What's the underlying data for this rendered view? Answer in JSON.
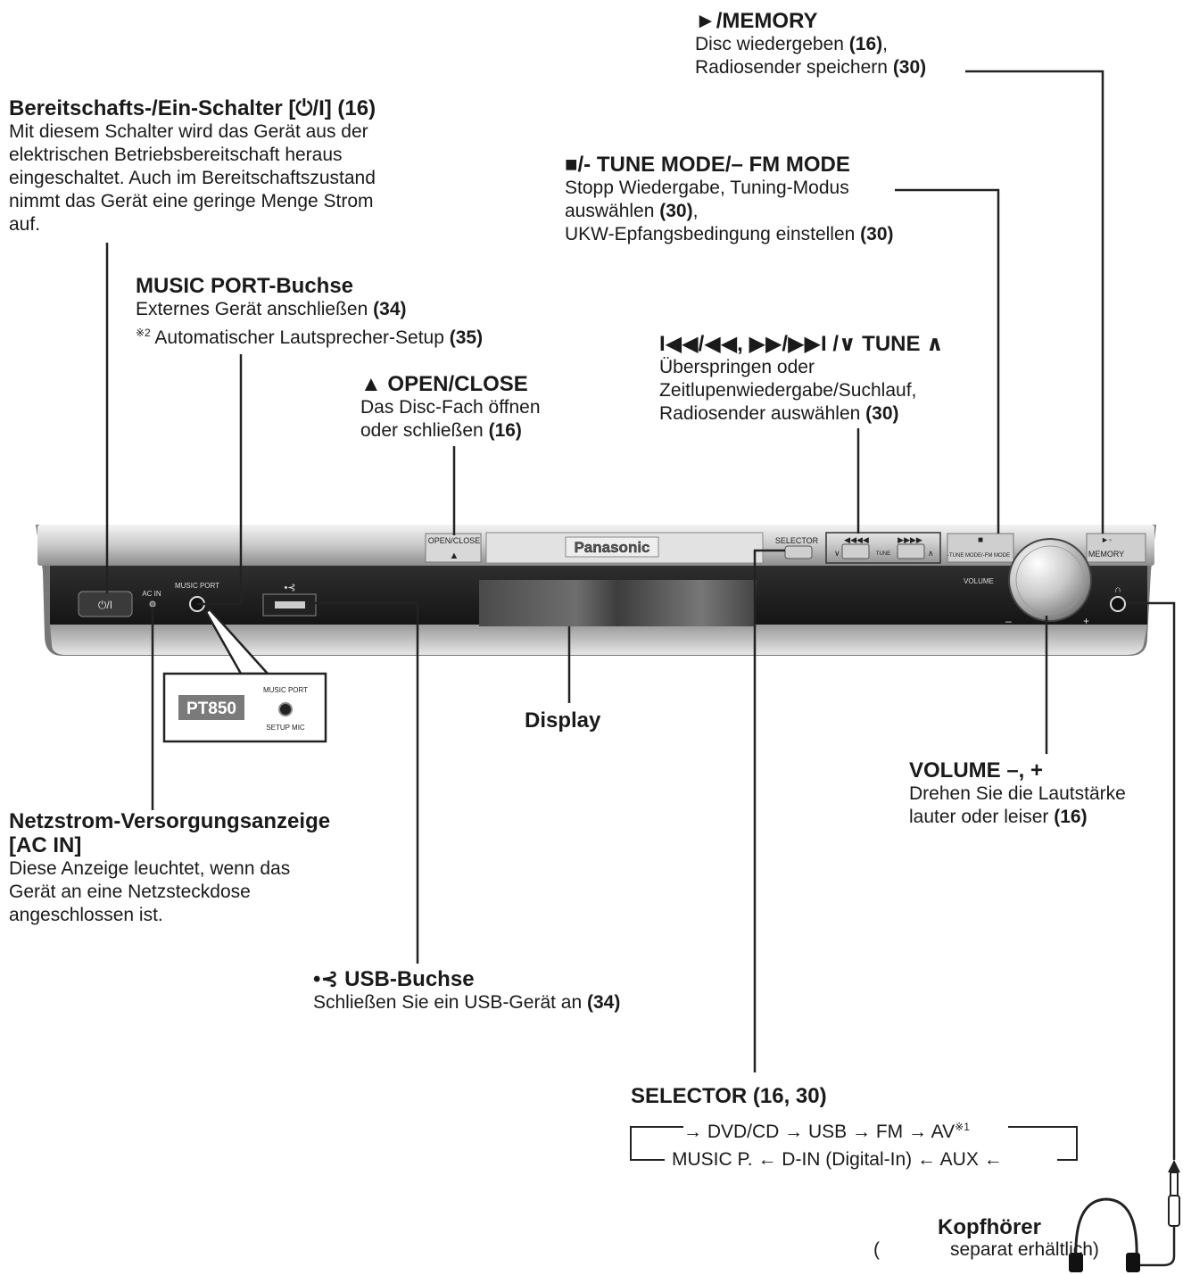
{
  "callouts": {
    "memory": {
      "title": "►/MEMORY",
      "line1_text": "Disc wiedergeben ",
      "line1_ref": "(16)",
      "line1_end": ",",
      "line2_text": "Radiosender speichern ",
      "line2_ref": "(30)"
    },
    "standby": {
      "title": "Bereitschafts-/Ein-Schalter [⏻/I] (16)",
      "lines": [
        "Mit diesem Schalter wird das Gerät aus der",
        "elektrischen Betriebsbereitschaft heraus",
        "eingeschaltet. Auch im Bereitschaftszustand",
        "nimmt das Gerät eine geringe Menge Strom",
        "auf."
      ]
    },
    "stop": {
      "title": "■/- TUNE MODE/– FM MODE",
      "line1": "Stopp Wiedergabe, Tuning-Modus",
      "line2_text": "auswählen ",
      "line2_ref": "(30)",
      "line2_end": ",",
      "line3_text": "UKW-Epfangsbedingung einstellen ",
      "line3_ref": "(30)"
    },
    "music_port": {
      "title": "MUSIC PORT-Buchse",
      "line1_text": "Externes Gerät anschließen ",
      "line1_ref": "(34)",
      "line2_mark": "※2",
      "line2_text": " Automatischer Lautsprecher-Setup ",
      "line2_ref": "(35)"
    },
    "skip": {
      "title": "I◀◀/◀◀, ▶▶/▶▶I /∨ TUNE ∧",
      "line1": "Überspringen oder",
      "line2": "Zeitlupenwiedergabe/Suchlauf,",
      "line3_text": "Radiosender auswählen ",
      "line3_ref": "(30)"
    },
    "open_close": {
      "title": "▲ OPEN/CLOSE",
      "line1": "Das Disc-Fach öffnen",
      "line2_text": "oder schließen ",
      "line2_ref": "(16)"
    },
    "display": {
      "title": "Display"
    },
    "volume": {
      "title": "VOLUME –, +",
      "line1": "Drehen Sie die Lautstärke",
      "line2_text": "lauter oder leiser ",
      "line2_ref": "(16)"
    },
    "ac_in": {
      "title1": "Netzstrom-Versorgungsanzeige",
      "title2": "[AC IN]",
      "lines": [
        "Diese Anzeige leuchtet, wenn das",
        "Gerät an eine Netzsteckdose",
        "angeschlossen ist."
      ]
    },
    "usb": {
      "title": "•⊰ USB-Buchse",
      "line1_text": "Schließen Sie ein USB-Gerät an ",
      "line1_ref": "(34)"
    },
    "selector": {
      "title": "SELECTOR (16, 30)",
      "row1": "→ DVD/CD → USB → FM → AV",
      "row1_mark": "※1",
      "row2": "MUSIC P. ← D-IN (Digital-In) ← AUX ←"
    },
    "headphones": {
      "title": "Kopfhörer",
      "paren_open": "(",
      "subtitle": "separat erhältlich)"
    }
  },
  "device": {
    "brand": "Panasonic",
    "power_button": "⏻/I",
    "ac_in": "AC IN",
    "music_port": "MUSIC PORT",
    "open_close": "OPEN/CLOSE",
    "selector": "SELECTOR",
    "tune": "TUNE",
    "tune_mode": "-TUNE MODE/-FM MODE",
    "memory": "MEMORY",
    "volume": "VOLUME",
    "vol_minus": "–",
    "vol_plus": "+",
    "inset_model": "PT850",
    "inset_port": "MUSIC PORT",
    "inset_mic": "SETUP MIC"
  }
}
